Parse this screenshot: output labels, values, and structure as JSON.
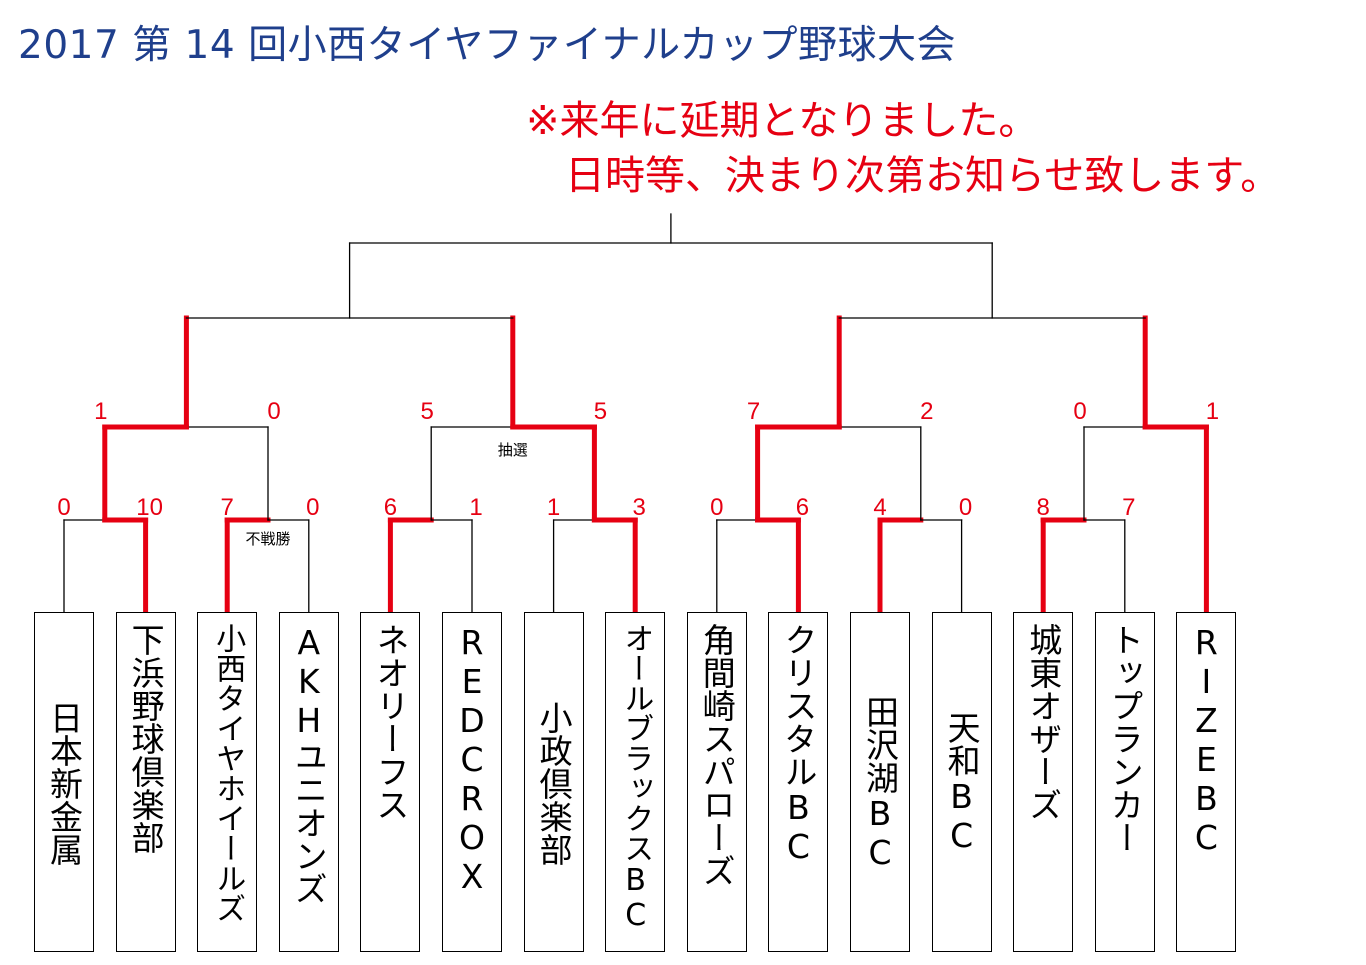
{
  "title": "2017 第 14 回小西タイヤファイナルカップ野球大会",
  "notice": {
    "line1": "※来年に延期となりました。",
    "line2": "日時等、決まり次第お知らせ致します。"
  },
  "colors": {
    "title": "#1f3f8c",
    "notice": "#e60012",
    "winner_line": "#e60012",
    "line": "#000000"
  },
  "teams": [
    "日本新金属",
    "下浜野球倶楽部",
    "小西タイヤホイールズ",
    "AKHユニオンズ",
    "ネオリーフス",
    "REDCROX",
    "小政倶楽部",
    "オールブラックスBC",
    "角間崎スパローズ",
    "クリスタルBC",
    "田沢湖BC",
    "天和BC",
    "城東オザーズ",
    "トップランカー",
    "RIZEBC"
  ],
  "round1": [
    {
      "scores": [
        "0",
        "10"
      ],
      "winner": 1
    },
    {
      "scores": [
        "7",
        "0"
      ],
      "winner": 0,
      "note": "不戦勝"
    },
    {
      "scores": [
        "6",
        "1"
      ],
      "winner": 0
    },
    {
      "scores": [
        "1",
        "3"
      ],
      "winner": 1
    },
    {
      "scores": [
        "0",
        "6"
      ],
      "winner": 1
    },
    {
      "scores": [
        "4",
        "0"
      ],
      "winner": 0
    },
    {
      "scores": [
        "8",
        "7"
      ],
      "winner": 0
    }
  ],
  "round2": [
    {
      "scores": [
        "1",
        "0"
      ],
      "winner": 0
    },
    {
      "scores": [
        "5",
        "5"
      ],
      "winner": 1,
      "note": "抽選"
    },
    {
      "scores": [
        "7",
        "2"
      ],
      "winner": 0
    },
    {
      "scores": [
        "0",
        "1"
      ],
      "winner": 1
    }
  ]
}
